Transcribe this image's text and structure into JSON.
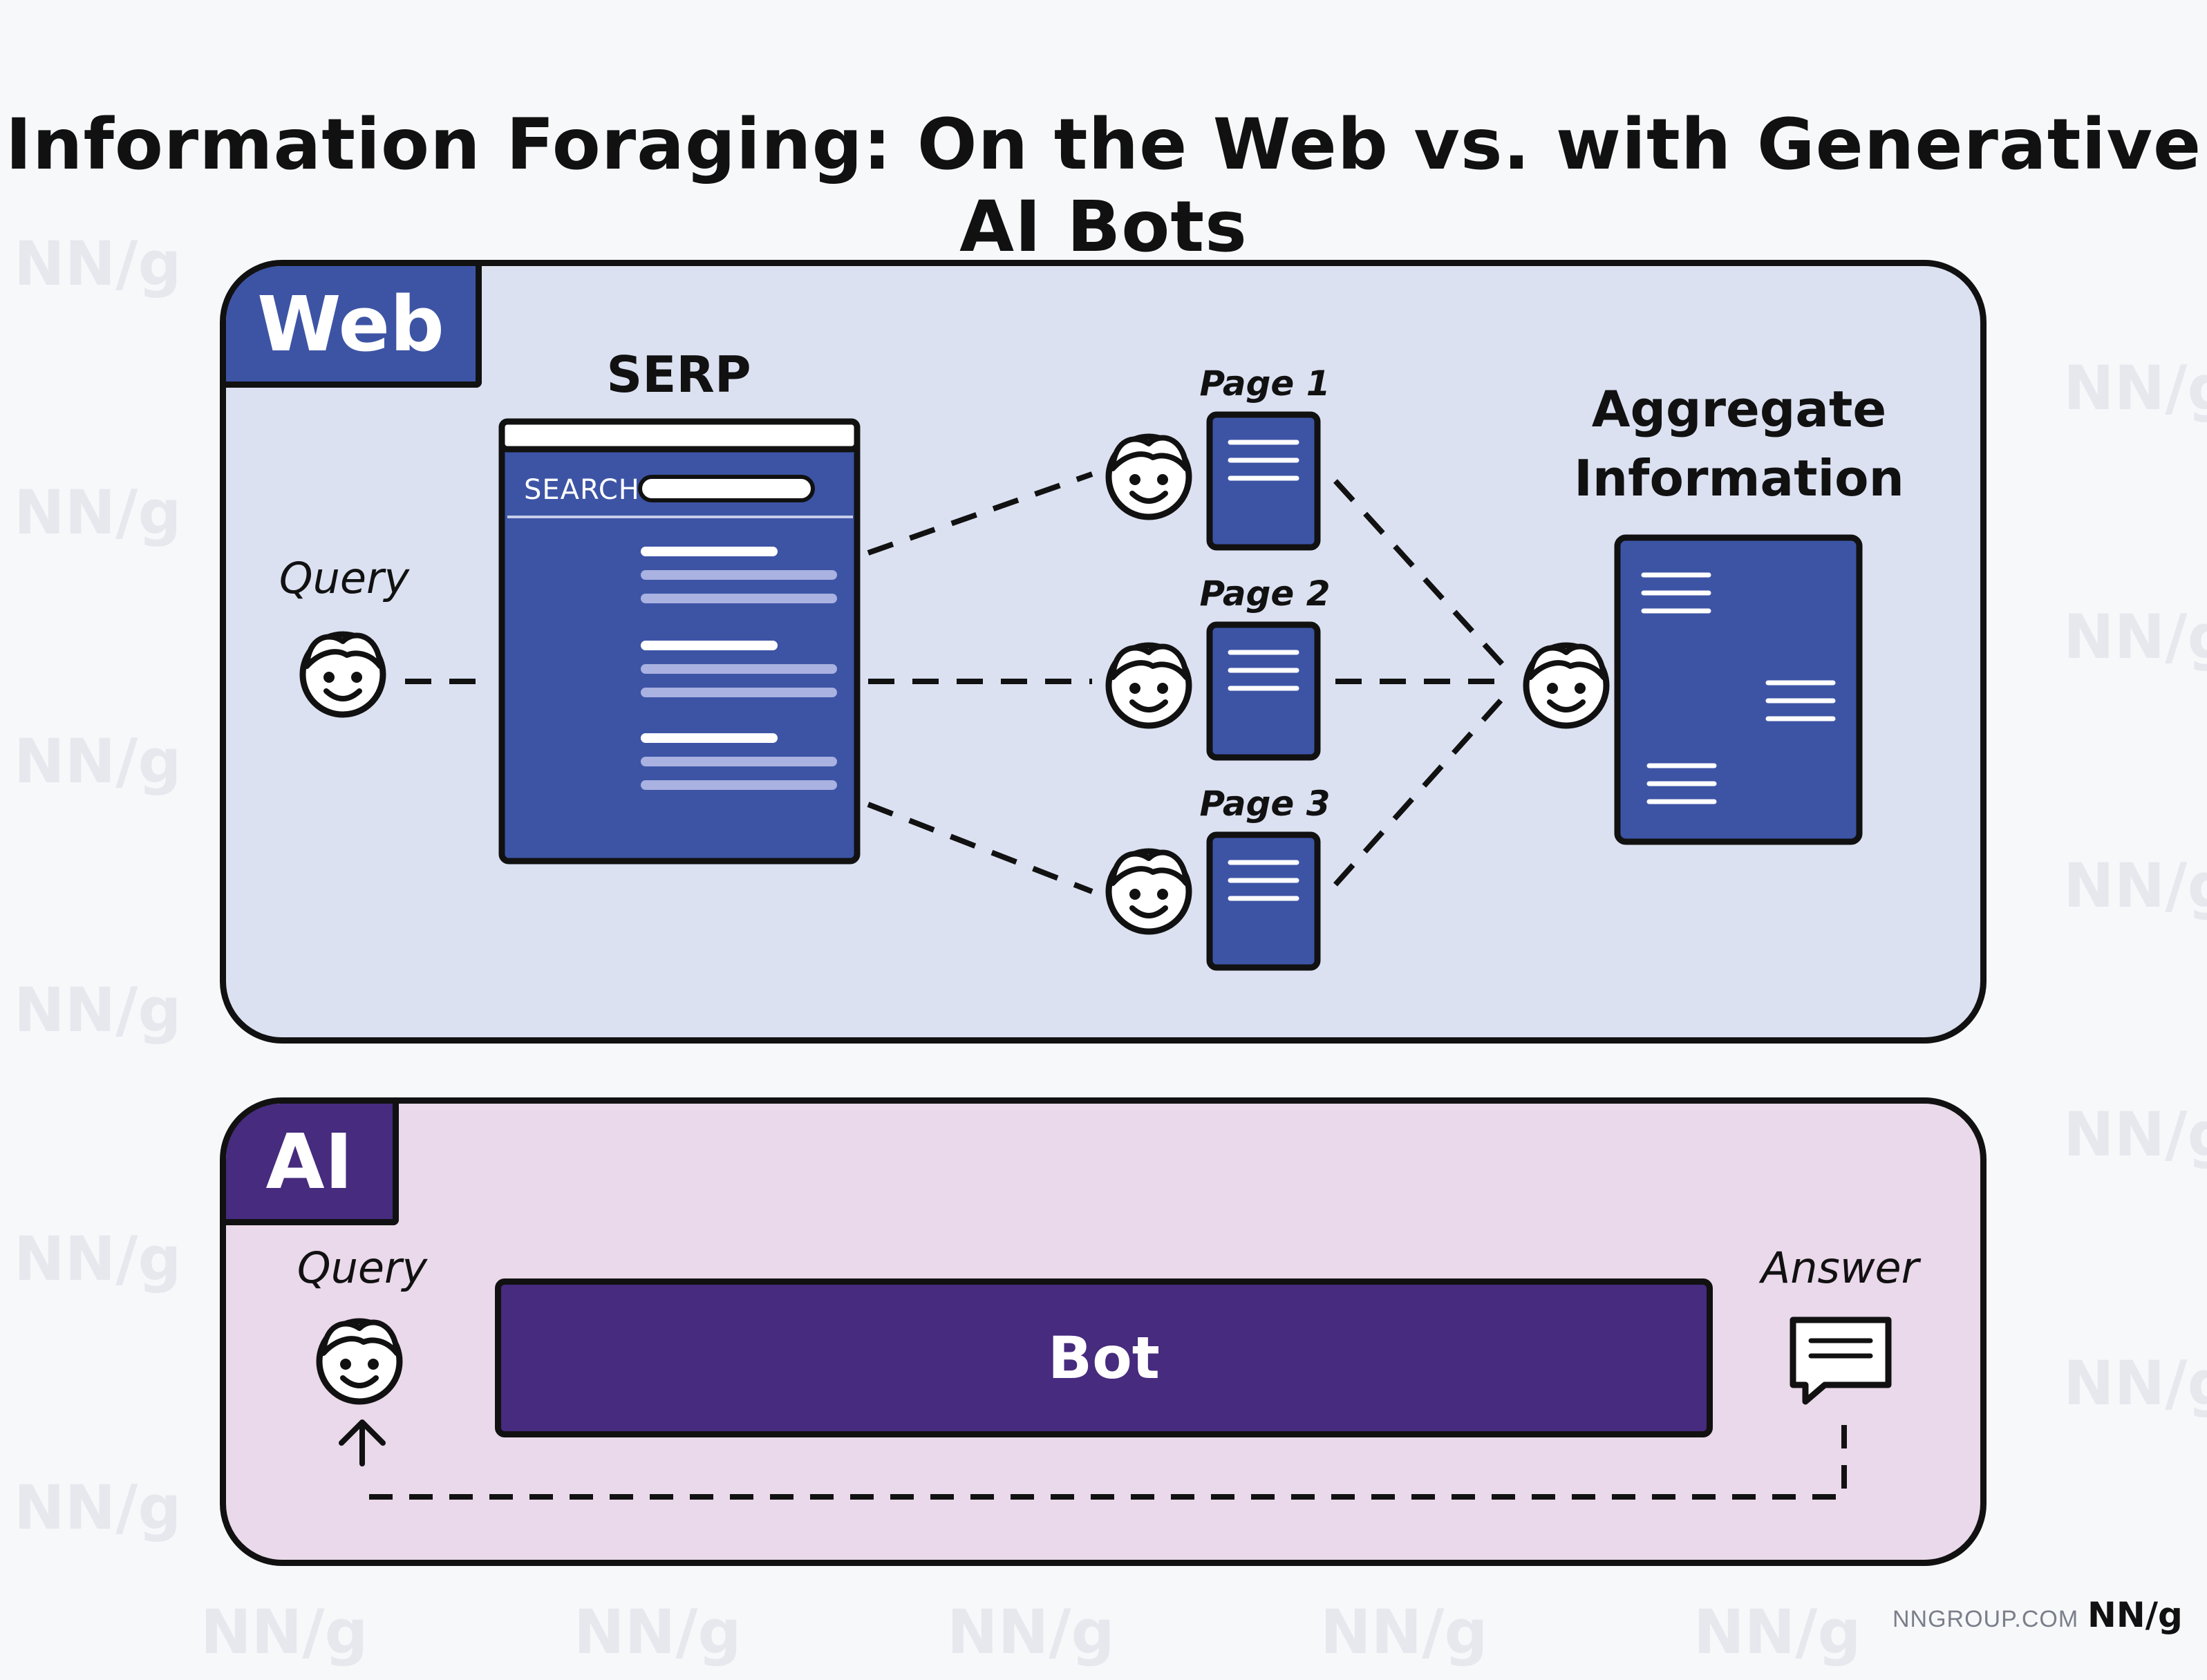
{
  "title": "Information Foraging: On the Web vs. with Generative AI Bots",
  "watermark": "NN/g",
  "web": {
    "tab_label": "Web",
    "query_label": "Query",
    "serp_label": "SERP",
    "serp_search_label": "SEARCH",
    "pages": [
      {
        "label": "Page 1"
      },
      {
        "label": "Page 2"
      },
      {
        "label": "Page 3"
      }
    ],
    "aggregate_label_line1": "Aggregate",
    "aggregate_label_line2": "Information"
  },
  "ai": {
    "tab_label": "AI",
    "query_label": "Query",
    "bot_label": "Bot",
    "answer_label": "Answer"
  },
  "footer": {
    "site": "NNGROUP.COM",
    "logo": "NN/g"
  },
  "colors": {
    "web_panel_bg": "#dbe1f1",
    "web_accent": "#3d54a5",
    "ai_panel_bg": "#ead9ea",
    "ai_accent": "#462b7e",
    "serp_result_light": "#a9b2e0",
    "outline": "#111111"
  },
  "icons": {
    "person": "smiling-person-icon",
    "answer": "chat-bubble-icon",
    "loop_arrow": "arrow-up-icon"
  }
}
